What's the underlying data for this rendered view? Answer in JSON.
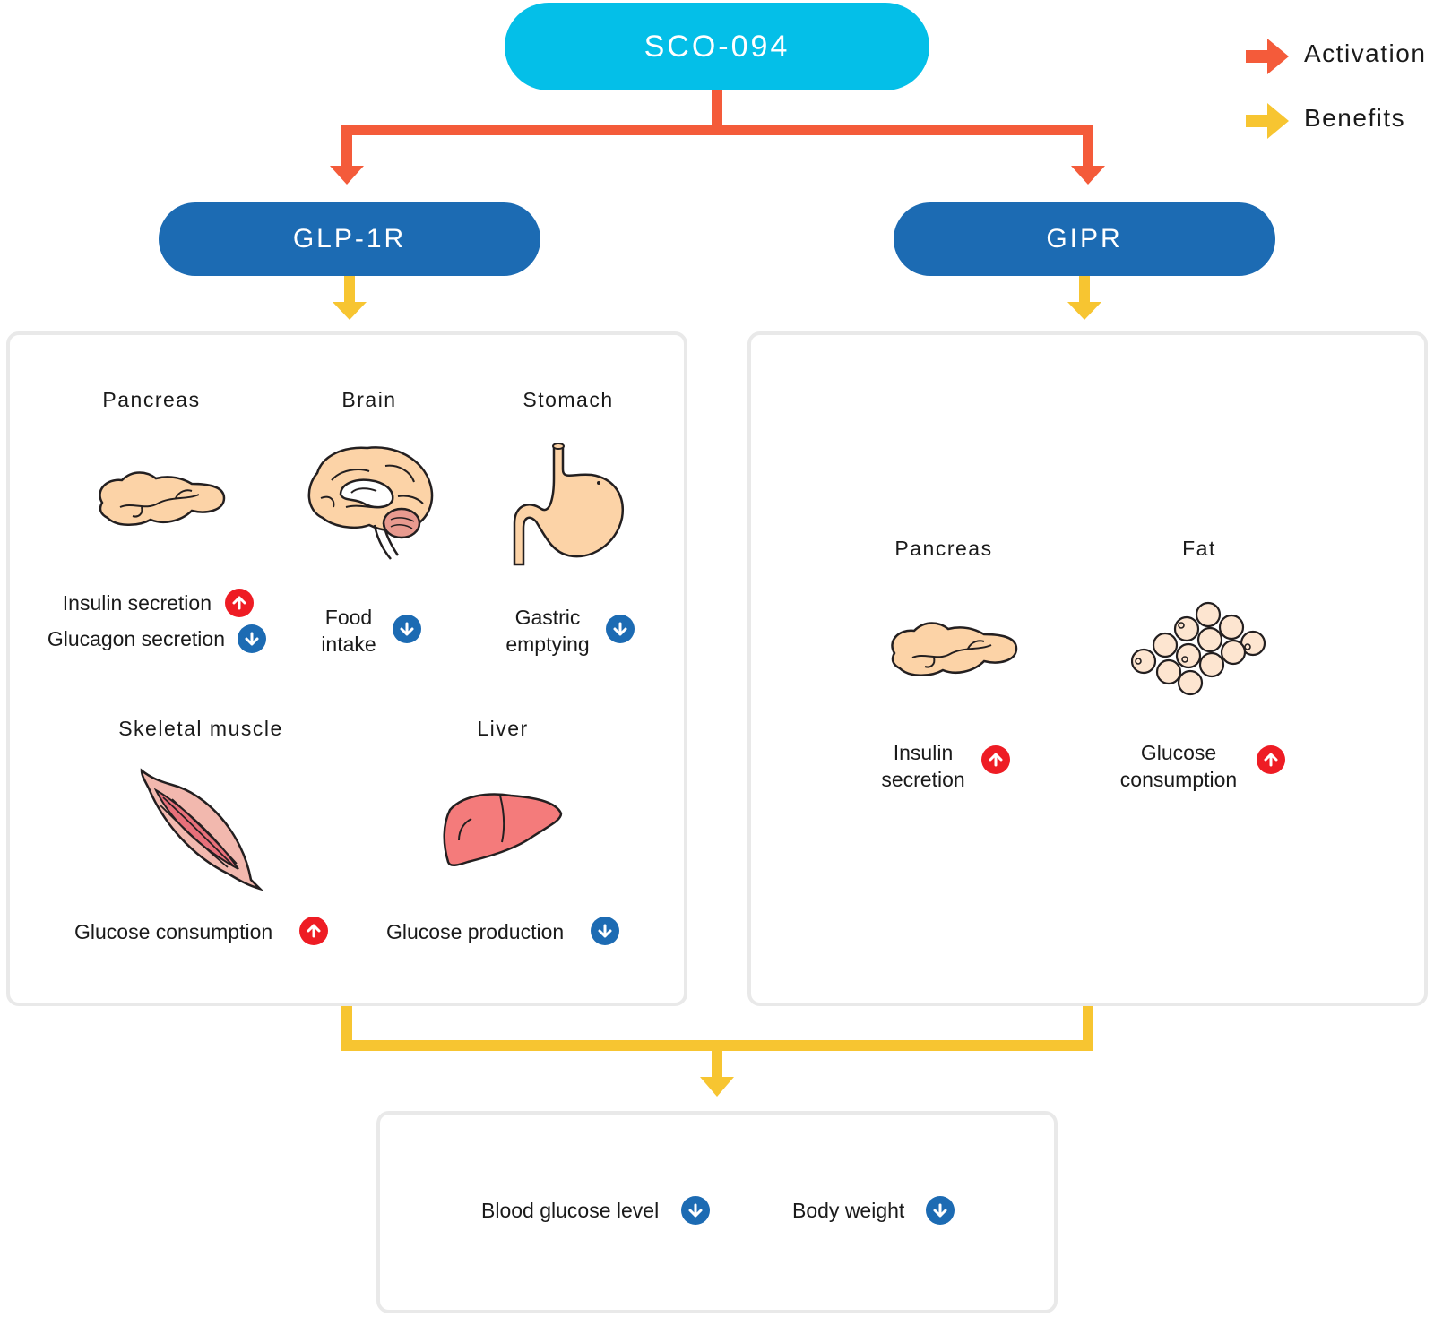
{
  "colors": {
    "drug": "#04bfe8",
    "receptor": "#1c6bb3",
    "activation": "#f45b3a",
    "benefit": "#f7c531",
    "increase": "#ee1c24",
    "decrease": "#1c6bb3"
  },
  "drug": {
    "label": "SCO-094"
  },
  "legend": {
    "activation": {
      "label": "Activation",
      "icon": "orange-arrow-icon"
    },
    "benefits": {
      "label": "Benefits",
      "icon": "yellow-arrow-icon"
    }
  },
  "receptors": {
    "glp1r": "GLP-1R",
    "gipr": "GIPR"
  },
  "glp1r_effects": {
    "pancreas": {
      "title": "Pancreas",
      "effect1": "Insulin secretion",
      "effect1_dir": "up",
      "effect2": "Glucagon secretion",
      "effect2_dir": "down"
    },
    "brain": {
      "title": "Brain",
      "effect_line1": "Food",
      "effect_line2": "intake",
      "effect_dir": "down"
    },
    "stomach": {
      "title": "Stomach",
      "effect_line1": "Gastric",
      "effect_line2": "emptying",
      "effect_dir": "down"
    },
    "skeletal_muscle": {
      "title": "Skeletal muscle",
      "effect": "Glucose consumption",
      "effect_dir": "up"
    },
    "liver": {
      "title": "Liver",
      "effect": "Glucose production",
      "effect_dir": "down"
    }
  },
  "gipr_effects": {
    "pancreas": {
      "title": "Pancreas",
      "effect_line1": "Insulin",
      "effect_line2": "secretion",
      "effect_dir": "up"
    },
    "fat": {
      "title": "Fat",
      "effect_line1": "Glucose",
      "effect_line2": "consumption",
      "effect_dir": "up"
    }
  },
  "outcomes": {
    "blood_glucose": {
      "label": "Blood glucose level",
      "dir": "down"
    },
    "body_weight": {
      "label": "Body weight",
      "dir": "down"
    }
  }
}
